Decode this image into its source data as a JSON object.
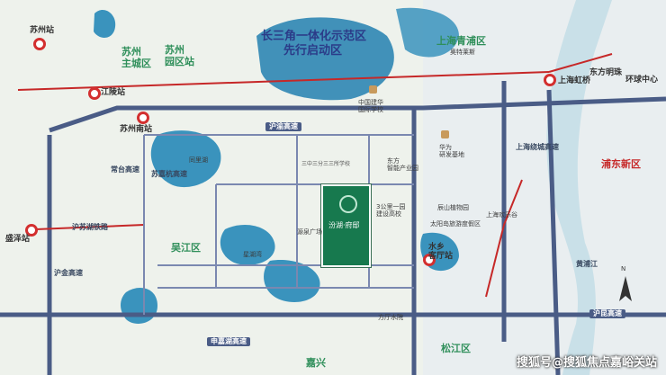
{
  "title": {
    "line1": "长三角一体化示范区",
    "line2": "先行启动区"
  },
  "districts": {
    "suzhou_main": "苏州\n主城区",
    "suzhou_garden": "苏州\n园区站",
    "shanghai_qingpu": "上海青浦区",
    "pudong": "浦东新区",
    "wujiang": "吴江区",
    "songjiang": "松江区",
    "jiaxing": "嘉兴"
  },
  "stations": {
    "suzhou": "苏州站",
    "jiangling": "江陵站",
    "suzhounan": "苏州南站",
    "shengze": "盛泽站",
    "shuixiang": "水乡\n客厅站",
    "xuanqiao": "东方明珠",
    "hongqiao": "上海虹桥",
    "lujiazui": "环球中心"
  },
  "roads": {
    "huyu": "沪渝高速",
    "huchang": "常台高速",
    "sujia": "苏嘉杭高速",
    "shanghai_ring": "上海绕城高速",
    "hukun": "沪昆高速",
    "hujin": "沪金高速",
    "jiahu": "申嘉湖高速",
    "hunan_rail": "沪苏湖铁路",
    "huangpu": "黄浦江"
  },
  "pois": {
    "huawei": "华为\n研发基地",
    "zhongjian": "中国建华\n国际学校",
    "dongfang": "东方\n智能产业园",
    "chensha": "辰山植物园",
    "taiyang": "太阳岛旅游度假区",
    "shanghai_amuse": "上海欢乐谷",
    "jiuzhou": "3公里一园\n建设高校",
    "liu": "方厅水院",
    "chongqing": "三中三分三三所学校",
    "yuanjin": "源泉广场",
    "hanglong": "上海虹桥",
    "aidi": "奥特莱斯",
    "tongli": "同里湖",
    "xingze": "星湖湾"
  },
  "project": {
    "label": "汾湖·府邸"
  },
  "watermark": "搜狐号@搜狐焦点嘉峪关站",
  "compass": "N"
}
